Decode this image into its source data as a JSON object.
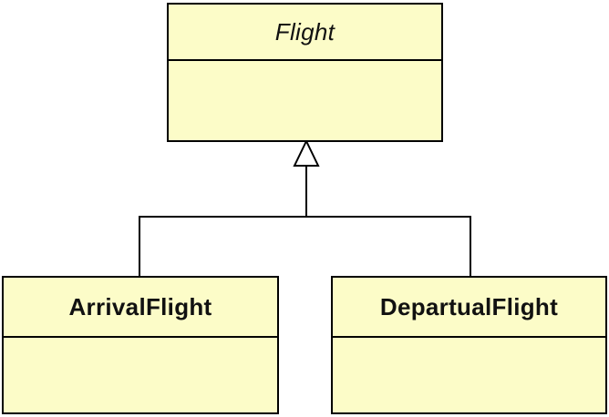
{
  "diagram": {
    "type": "uml-class-diagram",
    "classes": [
      {
        "name": "Flight",
        "abstract": true,
        "attributes": []
      },
      {
        "name": "ArrivalFlight",
        "abstract": false,
        "attributes": []
      },
      {
        "name": "DepartualFlight",
        "abstract": false,
        "attributes": []
      }
    ],
    "relationships": [
      {
        "type": "generalization",
        "from": "ArrivalFlight",
        "to": "Flight"
      },
      {
        "type": "generalization",
        "from": "DepartualFlight",
        "to": "Flight"
      }
    ],
    "colors": {
      "class_fill": "#FCFCC8",
      "class_border": "#000000",
      "connector_line": "#000000",
      "text": "#111111",
      "background": "#FFFFFF"
    }
  }
}
